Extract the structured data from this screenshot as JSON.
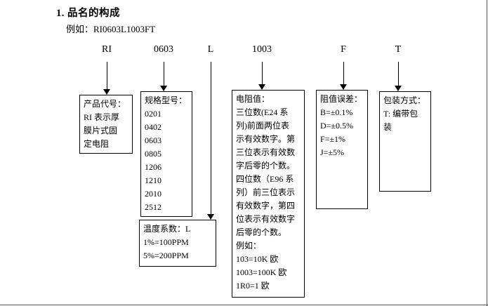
{
  "title": "1. 品名的构成",
  "example": "例如：RI0603L1003FT",
  "codes": [
    "RI",
    "0603",
    "L",
    "1003",
    "F",
    "T"
  ],
  "boxes": {
    "product_code": "产品代号：\nRI 表示厚\n膜片式固\n定电阻",
    "spec_model": "规格型号：\n0201\n0402\n0603\n0805\n1206\n1210\n2010\n2512",
    "temp_coefficient": "温度系数：L\n1%=100PPM\n5%=200PPM",
    "resistance_value": "电阻值：\n三位数(E24 系\n列)前面两位表\n示有效数字。第\n三位表示有效数\n字后零的个数。\n四位数（E96 系\n列）前三位表示\n有效数字，第四\n位表示有效数字\n后零的个数。\n例如：\n103=10K 欧\n1003=100K 欧\n1R0=1 欧",
    "tolerance": "阻值误差：\nB=±0.1%\nD=±0.5%\nF=±1%\nJ=±5%",
    "packaging": "包装方式：\nT: 编带包\n装"
  }
}
